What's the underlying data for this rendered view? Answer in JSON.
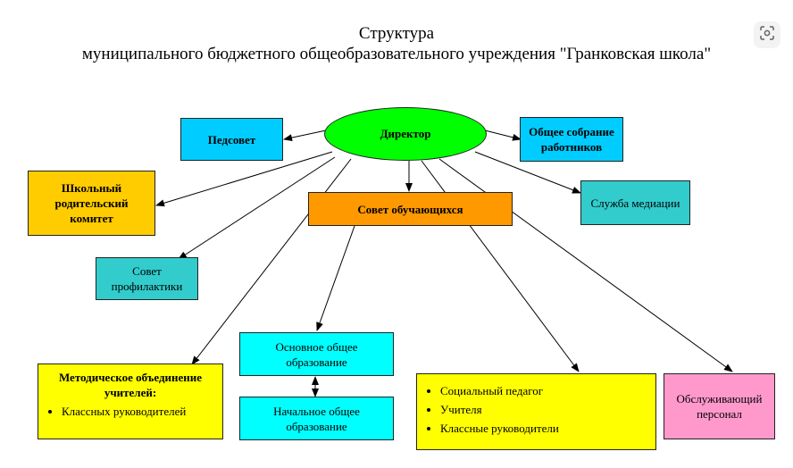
{
  "title": {
    "line1": "Структура",
    "line2": "муниципального бюджетного общеобразовательного учреждения \"Гранковская школа\""
  },
  "nodes": {
    "director": "Директор",
    "pedsovet": "Педсовет",
    "general_meeting": "Общее собрание работников",
    "parents_committee": "Школьный родительский комитет",
    "student_council": "Совет обучающихся",
    "mediation": "Служба медиации",
    "prevention_council": "Совет профилактики",
    "basic_education": "Основное общее образование",
    "primary_education": "Начальное общее образование",
    "service_staff": "Обслуживающий персонал",
    "methodical": {
      "title": "Методическое объединение учителей:",
      "items": [
        "Классных руководителей"
      ]
    },
    "staff_list": {
      "items": [
        "Социальный педагог",
        "Учителя",
        "Классные руководители"
      ]
    }
  },
  "colors": {
    "director": "#00ff00",
    "pedsovet": "#00ccff",
    "general_meeting": "#00ccff",
    "parents_committee": "#ffcc00",
    "student_council": "#ff9900",
    "teal": "#33cccc",
    "cyan": "#00ffff",
    "yellow": "#ffff00",
    "pink": "#ff99cc"
  },
  "icons": {
    "lens": "lens-search-icon"
  }
}
